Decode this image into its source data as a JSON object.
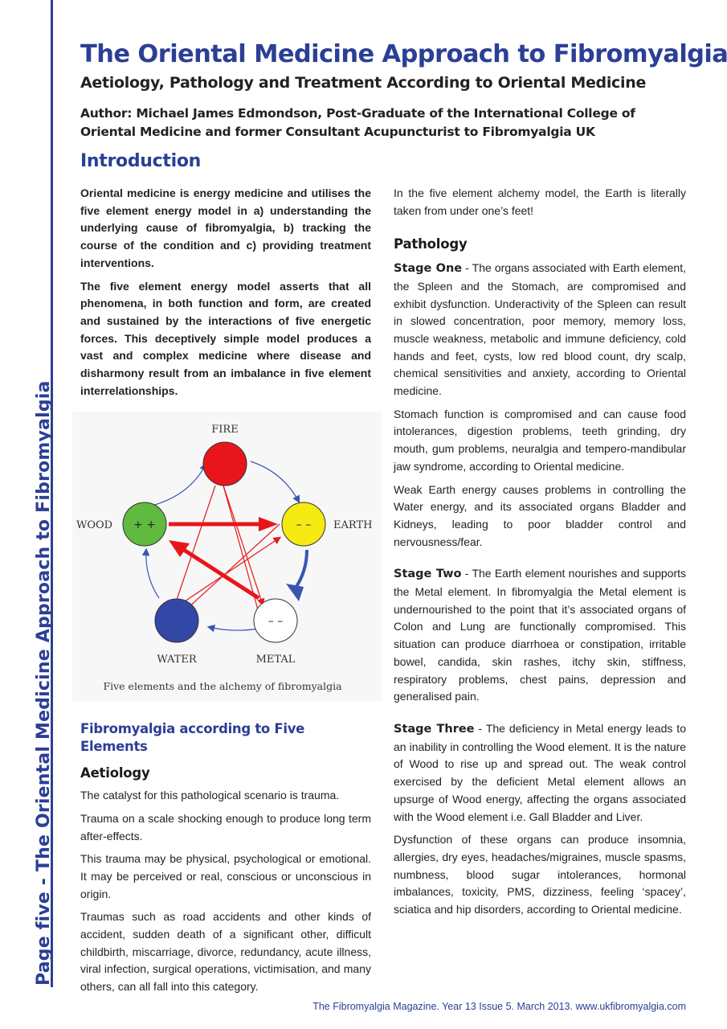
{
  "side_title": "Page five - The Oriental Medicine Approach to Fibromyalgia",
  "title": "The Oriental Medicine Approach to Fibromyalgia",
  "subtitle": "Aetiology, Pathology and Treatment According to Oriental Medicine",
  "author": "Author: Michael James Edmondson, Post-Graduate of the International College of Oriental Medicine and former Consultant Acupuncturist to Fibromyalgia UK",
  "intro_heading": "Introduction",
  "intro_p1": "Oriental medicine is energy medicine and utilises the five element energy model in a) understanding the underlying cause of fibromyalgia, b) tracking the course of the condition and c) providing treatment interventions.",
  "intro_p2": "The five element energy model asserts that all phenomena, in both function and form, are created and sustained by the interactions of five energetic forces. This deceptively simple model produces a vast and complex medicine where disease and disharmony result from an imbalance in five element interrelationships.",
  "diagram": {
    "fire": "FIRE",
    "earth": "EARTH",
    "metal": "METAL",
    "water": "WATER",
    "wood": "WOOD",
    "wood_mark": "+ +",
    "earth_mark": "– –",
    "metal_mark": "– –",
    "caption": "Five elements and the alchemy of fibromyalgia",
    "colors": {
      "fire": "#e8161c",
      "earth": "#f5ea12",
      "metal": "#ffffff",
      "water": "#3348a6",
      "wood": "#5fba3f",
      "arrow_red": "#e8161c",
      "arrow_blue": "#3a55b0"
    }
  },
  "fibro_heading": "Fibromyalgia according to Five Elements",
  "aetiology_heading": "Aetiology",
  "aetiology_p1": "The catalyst for this pathological scenario is trauma.",
  "aetiology_p2": "Trauma on a scale shocking enough to produce long term after-effects.",
  "aetiology_p3": "This trauma may be physical, psychological or emotional. It may be perceived or real, conscious or unconscious in origin.",
  "aetiology_p4": "Traumas such as road accidents and other kinds of accident, sudden death of a significant other, difficult childbirth, miscarriage, divorce, redundancy, acute illness, viral infection, surgical operations, victimisation, and many others, can all fall into this category.",
  "right_p0": "In the five element alchemy model, the Earth is literally taken from under one’s feet!",
  "pathology_heading": "Pathology",
  "stage1_label": "Stage One",
  "stage1_text": " - The organs associated with Earth element, the Spleen and the Stomach, are compromised and exhibit dysfunction. Underactivity of the Spleen can result in slowed concentration, poor memory, memory loss, muscle weakness, metabolic and immune deficiency, cold hands and feet, cysts, low red blood count, dry scalp, chemical sensitivities and anxiety, according to Oriental medicine.",
  "stage1_p2": "Stomach function is compromised and can cause food intolerances, digestion problems, teeth grinding, dry mouth, gum problems, neuralgia and tempero-mandibular jaw syndrome, according to Oriental medicine.",
  "stage1_p3": "Weak Earth energy causes problems in controlling the Water energy, and its associated organs Bladder and Kidneys, leading to poor bladder control and nervousness/fear.",
  "stage2_label": "Stage Two",
  "stage2_text": " -  The Earth element nourishes and supports the  Metal element. In fibromyalgia the Metal element is undernourished to the point that it’s associated organs of Colon and Lung are functionally compromised. This situation can produce diarrhoea or constipation, irritable bowel, candida, skin rashes, itchy skin, stiffness, respiratory problems, chest pains, depression and generalised pain.",
  "stage3_label": "Stage Three",
  "stage3_text": " - The deficiency in Metal energy leads to an inability in controlling the Wood element. It is the nature of Wood to rise up and spread out. The weak control exercised by the deficient Metal element allows an upsurge of Wood energy, affecting the organs associated with the Wood element i.e. Gall Bladder and Liver.",
  "stage3_p2": "Dysfunction of these organs can produce insomnia, allergies, dry eyes, headaches/migraines, muscle spasms, numbness, blood sugar intolerances, hormonal imbalances, toxicity, PMS, dizziness, feeling ‘spacey’, sciatica and hip disorders, according to Oriental medicine.",
  "footer": "The Fibromyalgia Magazine. Year 13  Issue 5. March 2013. www.ukfibromyalgia.com"
}
